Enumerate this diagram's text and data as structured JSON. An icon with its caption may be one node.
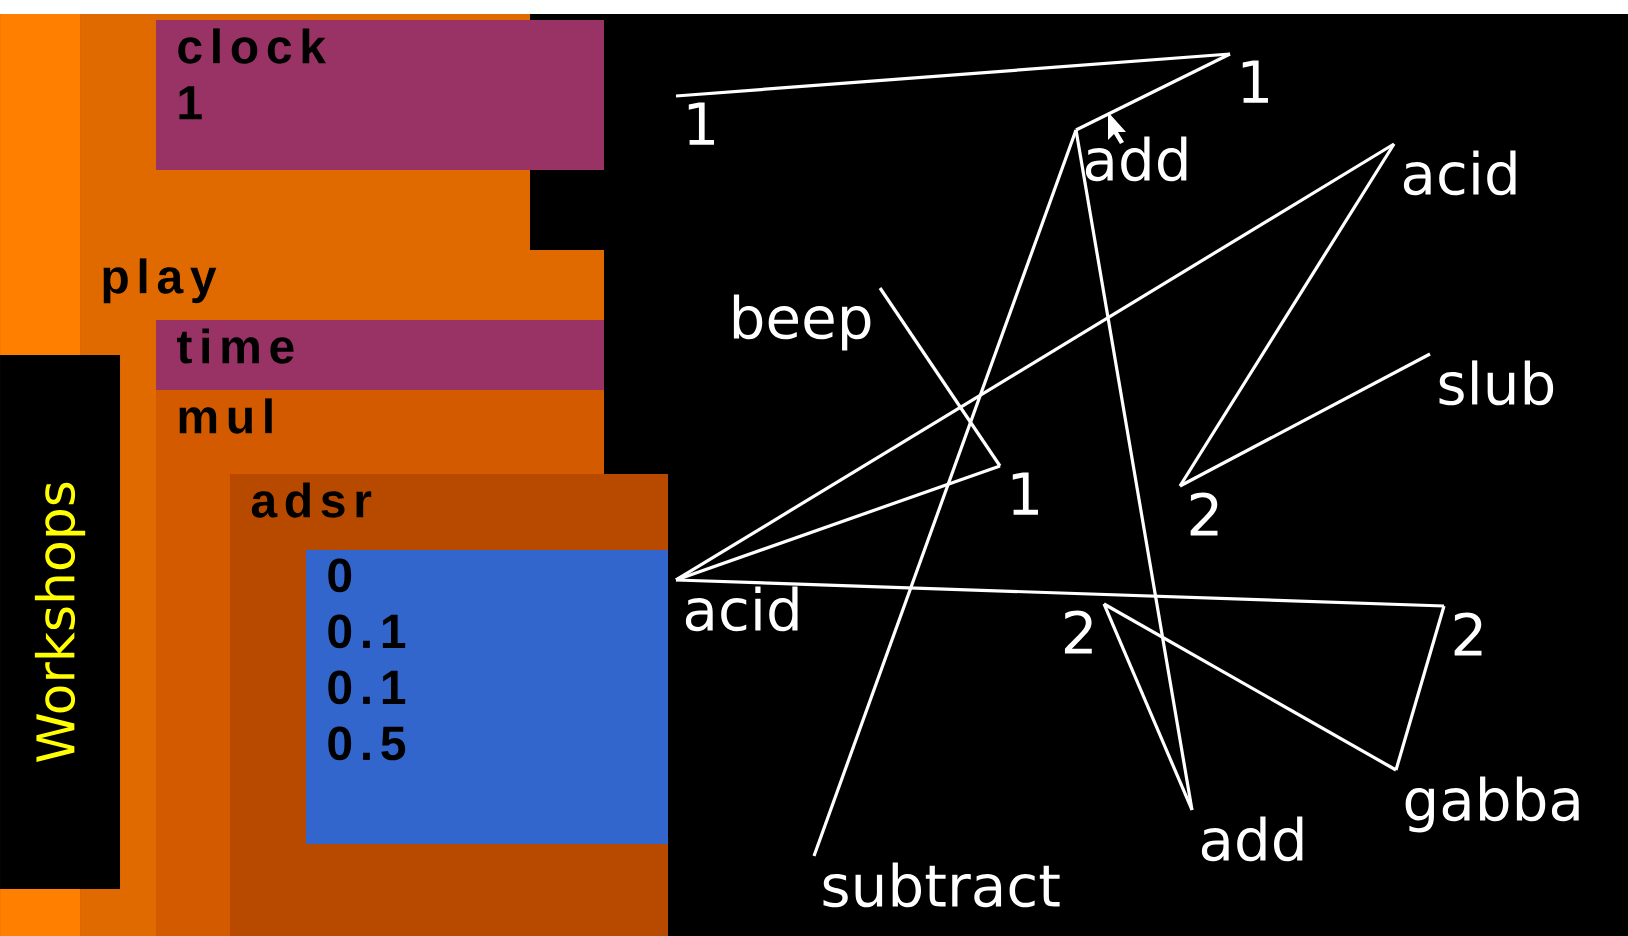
{
  "diagram": {
    "nodes": [
      {
        "text": [
          "clock",
          "1"
        ]
      },
      {
        "text": [
          "play"
        ]
      },
      {
        "text": [
          "time"
        ],
        "in": 1
      },
      {
        "text": [
          "mul"
        ],
        "in": 1
      },
      {
        "text": [
          "adsr"
        ]
      },
      {
        "text": [
          "0",
          "0.1",
          "0.1",
          "0.5"
        ],
        "in": 4
      },
      {
        "text": [
          "Workshops"
        ]
      },
      {
        "text": [
          "1"
        ]
      },
      {
        "text": [
          "1"
        ]
      },
      {
        "text": [
          "add"
        ]
      },
      {
        "text": [
          "acid"
        ]
      },
      {
        "text": [
          "beep"
        ]
      },
      {
        "text": [
          "slub"
        ]
      },
      {
        "text": [
          "1"
        ]
      },
      {
        "text": [
          "2"
        ]
      },
      {
        "text": [
          "acid"
        ]
      },
      {
        "text": [
          "2"
        ]
      },
      {
        "text": [
          "2"
        ]
      },
      {
        "text": [
          "gabba"
        ]
      },
      {
        "text": [
          "add"
        ]
      },
      {
        "text": [
          "subtract"
        ]
      }
    ],
    "edges": [
      {
        "from": 7,
        "to": 8,
        "arrow": "none"
      },
      {
        "from": 8,
        "to": 9,
        "arrow": "none"
      },
      {
        "from": 9,
        "to": 20,
        "arrow": "none"
      },
      {
        "from": 9,
        "to": 19,
        "arrow": "none"
      },
      {
        "from": 10,
        "to": 15,
        "arrow": "none"
      },
      {
        "from": 10,
        "to": 14,
        "arrow": "none"
      },
      {
        "from": 12,
        "to": 14,
        "arrow": "none"
      },
      {
        "from": 11,
        "to": 13,
        "arrow": "none"
      },
      {
        "from": 13,
        "to": 15,
        "arrow": "none"
      },
      {
        "from": 15,
        "to": 17,
        "arrow": "none"
      },
      {
        "from": 17,
        "to": 18,
        "arrow": "none"
      },
      {
        "from": 18,
        "to": 16,
        "arrow": "none"
      },
      {
        "from": 16,
        "to": 19,
        "arrow": "none"
      }
    ]
  }
}
